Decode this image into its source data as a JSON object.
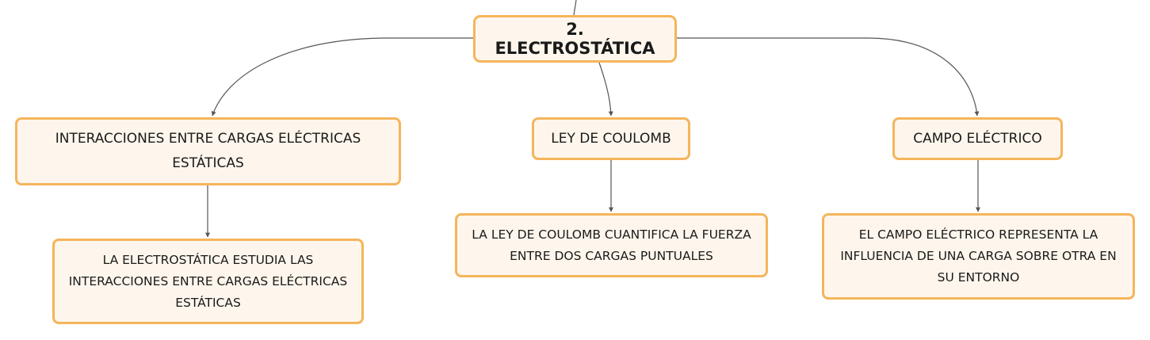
{
  "root": {
    "label": "2. ELECTROSTÁTICA"
  },
  "branches": [
    {
      "label": "INTERACCIONES ENTRE CARGAS ELÉCTRICAS ESTÁTICAS",
      "child": "LA ELECTROSTÁTICA ESTUDIA LAS INTERACCIONES ENTRE CARGAS ELÉCTRICAS ESTÁTICAS"
    },
    {
      "label": "LEY DE COULOMB",
      "child": "LA LEY DE COULOMB CUANTIFICA LA FUERZA ENTRE DOS CARGAS PUNTUALES"
    },
    {
      "label": "CAMPO ELÉCTRICO",
      "child": "EL CAMPO ELÉCTRICO REPRESENTA LA INFLUENCIA DE UNA CARGA SOBRE OTRA EN SU ENTORNO"
    }
  ],
  "colors": {
    "node_fill": "#fef6ec",
    "node_border": "#f5b55b",
    "connector": "#555555",
    "text": "#1a1a1a"
  }
}
